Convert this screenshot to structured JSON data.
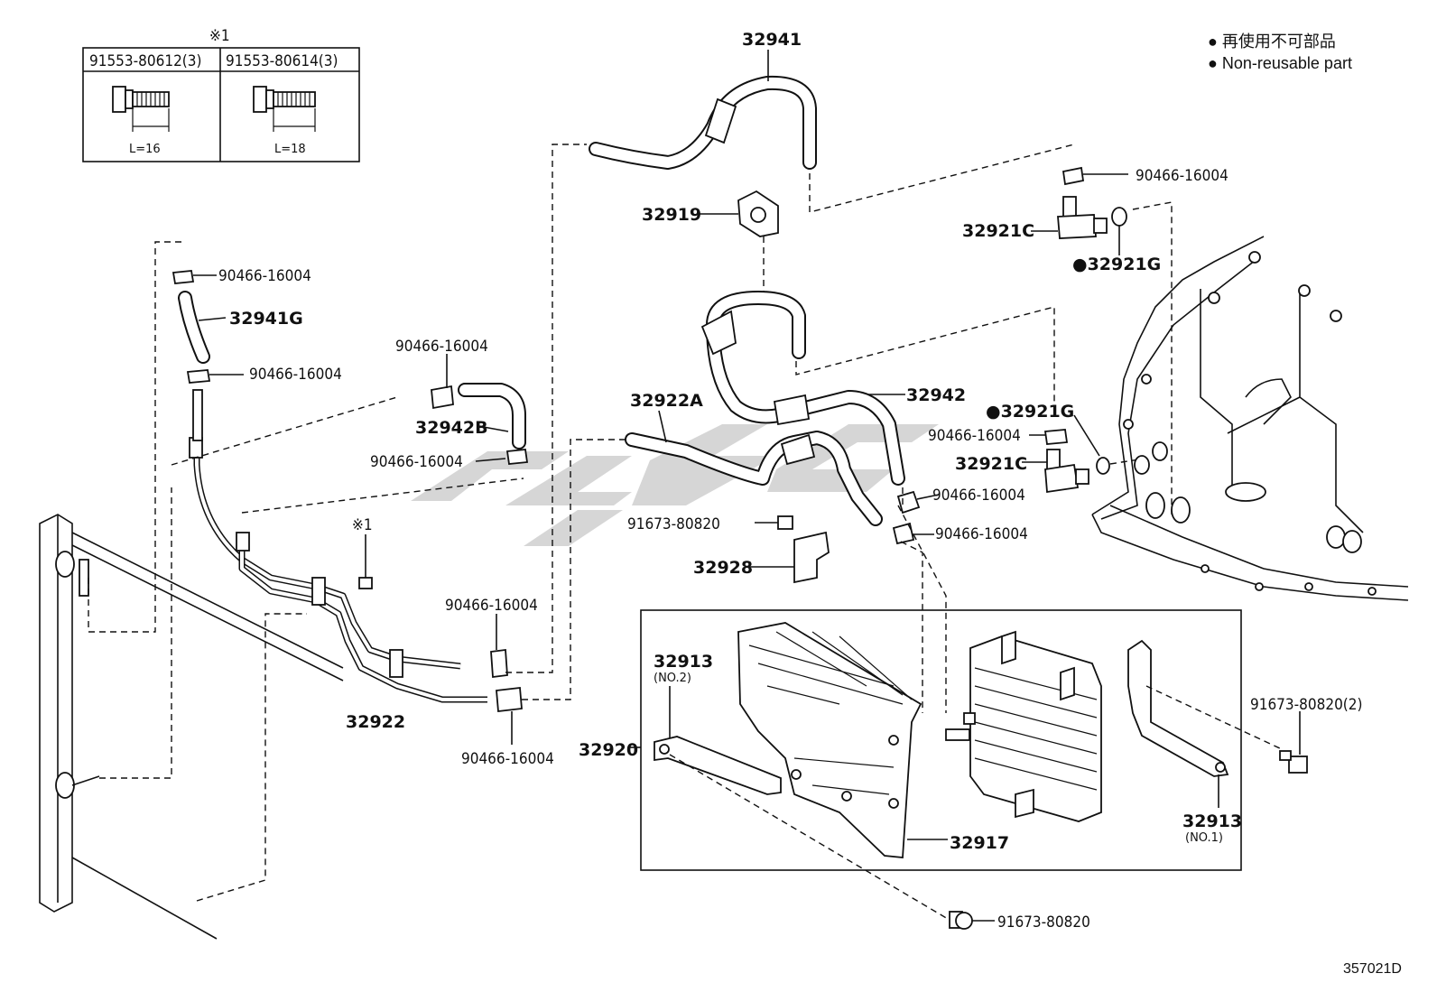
{
  "legend": {
    "line1": "● 再使用不可部品",
    "line2": "● Non-reusable part"
  },
  "figure_id": "357021D",
  "inset": {
    "note": "※1",
    "col1_part": "91553-80612(3)",
    "col2_part": "91553-80614(3)",
    "col1_length": "L=16",
    "col2_length": "L=18"
  },
  "labels": {
    "p32941": "32941",
    "p32919": "32919",
    "p90466_top_right": "90466-16004",
    "p32921C_top": "32921C",
    "p32921G_top": "●32921G",
    "p90466_left_top": "90466-16004",
    "p32941G": "32941G",
    "p90466_left_mid": "90466-16004",
    "p90466_b_above": "90466-16004",
    "p32942B": "32942B",
    "p90466_b_below": "90466-16004",
    "p32922A": "32922A",
    "p32942": "32942",
    "p32921G_mid": "●32921G",
    "p90466_mid_right": "90466-16004",
    "p32921C_mid": "32921C",
    "p90466_mid_clamp1": "90466-16004",
    "p91673_mid": "91673-80820",
    "p90466_mid_clamp2": "90466-16004",
    "p32928": "32928",
    "note_x1": "※1",
    "p90466_low_upper": "90466-16004",
    "p32922": "32922",
    "p90466_low_lower": "90466-16004",
    "p32913_no2": "32913",
    "no2": "(NO.2)",
    "p32920": "32920",
    "p32917": "32917",
    "p91673_2": "91673-80820(2)",
    "p32913_no1": "32913",
    "no1": "(NO.1)",
    "p91673_bottom": "91673-80820"
  },
  "icons": {
    "bullet": "filled-circle-icon"
  }
}
